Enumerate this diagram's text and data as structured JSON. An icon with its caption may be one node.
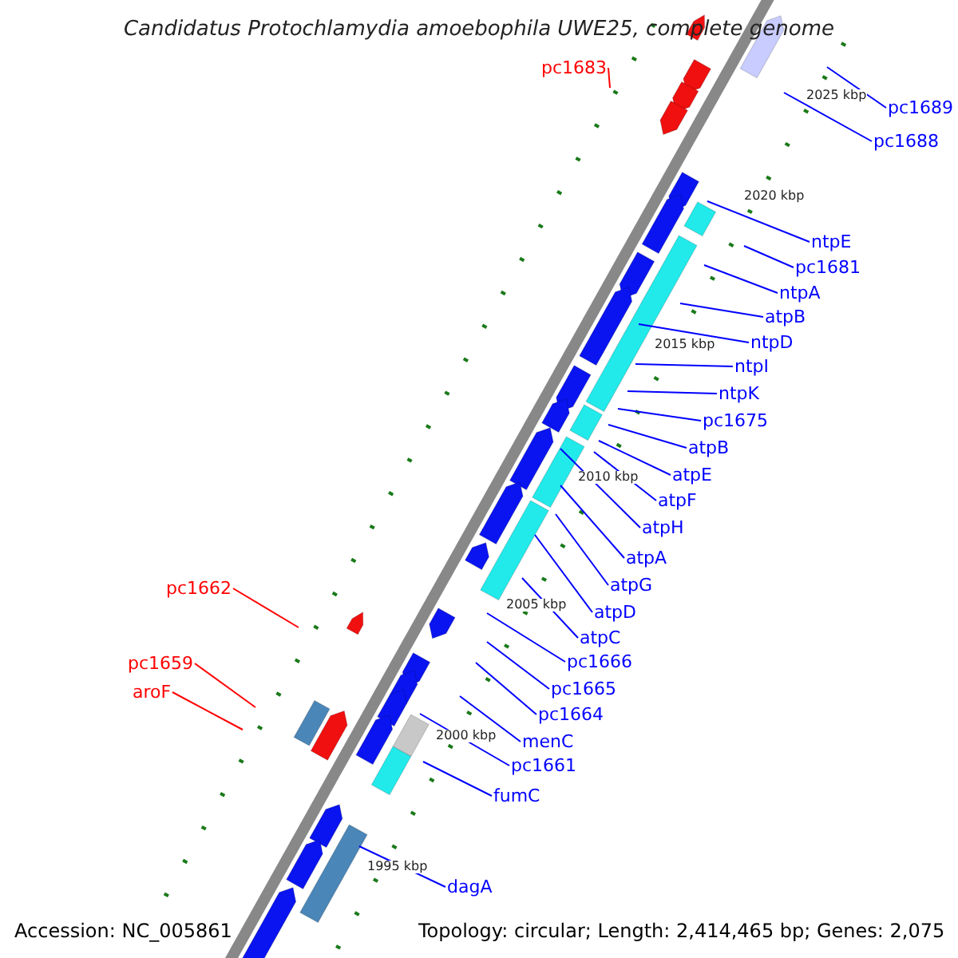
{
  "diagram": {
    "title": "Candidatus Protochlamydia amoebophila UWE25, complete genome",
    "nodes": [
      {
        "text": [
          "pc1683"
        ]
      },
      {
        "text": [
          "pc1689"
        ]
      },
      {
        "text": [
          "pc1688"
        ]
      },
      {
        "text": [
          "ntpE"
        ]
      },
      {
        "text": [
          "pc1681"
        ]
      },
      {
        "text": [
          "ntpA"
        ]
      },
      {
        "text": [
          "atpB"
        ]
      },
      {
        "text": [
          "ntpD"
        ]
      },
      {
        "text": [
          "ntpI"
        ]
      },
      {
        "text": [
          "ntpK"
        ]
      },
      {
        "text": [
          "pc1675"
        ]
      },
      {
        "text": [
          "atpB"
        ]
      },
      {
        "text": [
          "atpE"
        ]
      },
      {
        "text": [
          "atpF"
        ]
      },
      {
        "text": [
          "atpH"
        ]
      },
      {
        "text": [
          "atpA"
        ]
      },
      {
        "text": [
          "atpG"
        ]
      },
      {
        "text": [
          "pc1662"
        ]
      },
      {
        "text": [
          "atpD"
        ]
      },
      {
        "text": [
          "atpC"
        ]
      },
      {
        "text": [
          "pc1666"
        ]
      },
      {
        "text": [
          "pc1659"
        ]
      },
      {
        "text": [
          "pc1665"
        ]
      },
      {
        "text": [
          "aroF"
        ]
      },
      {
        "text": [
          "pc1664"
        ]
      },
      {
        "text": [
          "menC"
        ]
      },
      {
        "text": [
          "pc1661"
        ]
      },
      {
        "text": [
          "fumC"
        ]
      },
      {
        "text": [
          "dagA"
        ]
      }
    ],
    "edges": [
      {
        "from": 0,
        "to": null,
        "arrow": "none",
        "color": "#ff0000"
      },
      {
        "from": 1,
        "to": null,
        "arrow": "none"
      },
      {
        "from": 2,
        "to": null,
        "arrow": "none"
      },
      {
        "from": 3,
        "to": null,
        "arrow": "none"
      },
      {
        "from": 4,
        "to": null,
        "arrow": "none"
      },
      {
        "from": 5,
        "to": null,
        "arrow": "none"
      },
      {
        "from": 6,
        "to": null,
        "arrow": "none"
      },
      {
        "from": 7,
        "to": null,
        "arrow": "none"
      },
      {
        "from": 8,
        "to": null,
        "arrow": "none"
      },
      {
        "from": 9,
        "to": null,
        "arrow": "none"
      },
      {
        "from": 10,
        "to": null,
        "arrow": "none"
      },
      {
        "from": 11,
        "to": null,
        "arrow": "none"
      },
      {
        "from": 12,
        "to": null,
        "arrow": "none"
      },
      {
        "from": 13,
        "to": null,
        "arrow": "none"
      },
      {
        "from": 14,
        "to": null,
        "arrow": "none"
      },
      {
        "from": 15,
        "to": null,
        "arrow": "none"
      },
      {
        "from": 16,
        "to": null,
        "arrow": "none"
      },
      {
        "from": 17,
        "to": null,
        "arrow": "none",
        "color": "#ff0000"
      },
      {
        "from": 18,
        "to": null,
        "arrow": "none"
      },
      {
        "from": 19,
        "to": null,
        "arrow": "none"
      },
      {
        "from": 20,
        "to": null,
        "arrow": "none"
      },
      {
        "from": 21,
        "to": null,
        "arrow": "none",
        "color": "#ff0000"
      },
      {
        "from": 22,
        "to": null,
        "arrow": "none"
      },
      {
        "from": 23,
        "to": null,
        "arrow": "none",
        "color": "#ff0000"
      },
      {
        "from": 24,
        "to": null,
        "arrow": "none"
      },
      {
        "from": 25,
        "to": null,
        "arrow": "none"
      },
      {
        "from": 26,
        "to": null,
        "arrow": "none"
      },
      {
        "from": 27,
        "to": null,
        "arrow": "none"
      },
      {
        "from": 28,
        "to": null,
        "arrow": "none"
      }
    ],
    "labels": [
      "2025 kbp",
      "2020 kbp",
      "2015 kbp",
      "2010 kbp",
      "2005 kbp",
      "2000 kbp",
      "1995 kbp",
      "Accession: NC_005861",
      "Topology: circular; Length: 2,414,465 bp; Genes: 2,075"
    ]
  }
}
